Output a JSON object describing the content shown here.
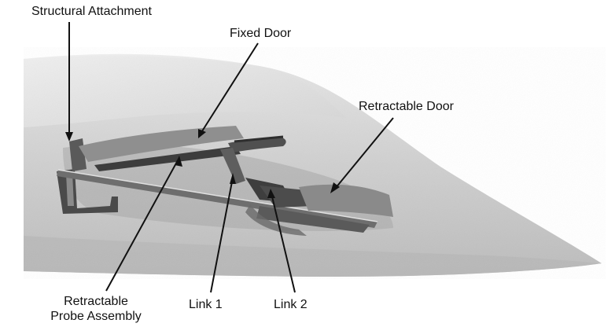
{
  "labels": {
    "structural_attachment": "Structural Attachment",
    "fixed_door": "Fixed Door",
    "retractable_door": "Retractable Door",
    "probe_line1": "Retractable",
    "probe_line2": "Probe Assembly",
    "link1": "Link 1",
    "link2": "Link 2"
  },
  "colors": {
    "fuselage": "#d9d9d9",
    "fuselage_shadow": "#bdbdbd",
    "mechanism_dark": "#555555",
    "mechanism_mid": "#7a7a7a",
    "leader_line": "#111111"
  }
}
